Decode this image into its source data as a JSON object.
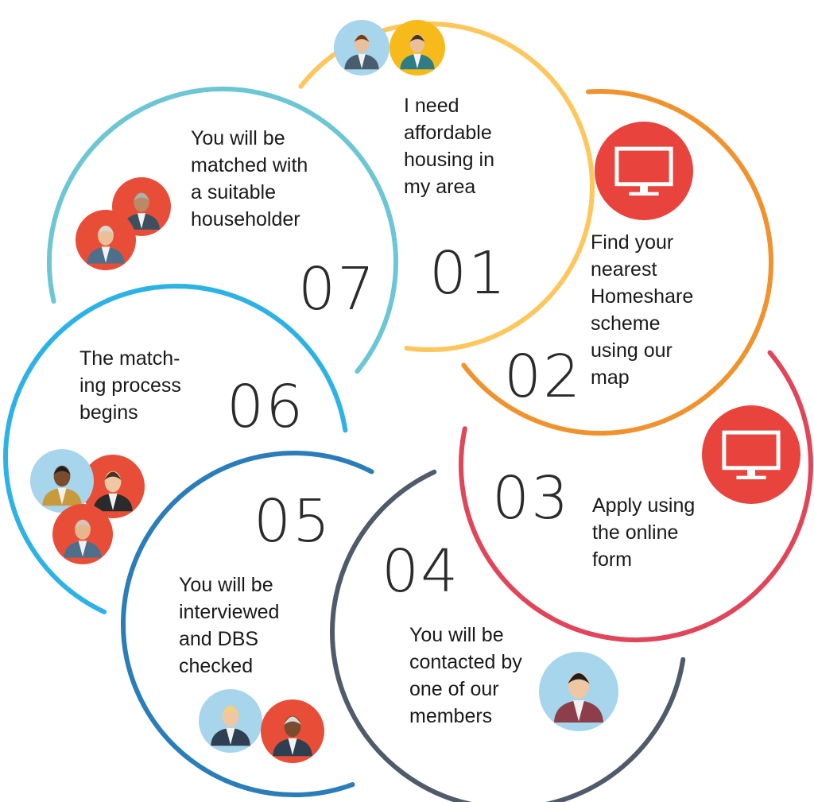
{
  "steps": [
    {
      "number": "01",
      "text": "I need\naffordable\nhousing in\nmy area",
      "color": "#FDC75E"
    },
    {
      "number": "02",
      "text": "Find your\nnearest\nHomeshare\nscheme\nusing our\nmap",
      "color": "#F0932E"
    },
    {
      "number": "03",
      "text": "Apply using\nthe online\nform",
      "color": "#E0455A"
    },
    {
      "number": "04",
      "text": "You will be\ncontacted by\none of our\nmembers",
      "color": "#4F5B6B"
    },
    {
      "number": "05",
      "text": "You will be\ninterviewed\nand DBS\nchecked",
      "color": "#2A7DB8"
    },
    {
      "number": "06",
      "text": "The match-\ning process\nbegins",
      "color": "#2DB2E6"
    },
    {
      "number": "07",
      "text": "You will be\nmatched with\na suitable\nhouseholder",
      "color": "#6CC6D3"
    }
  ],
  "icons": {
    "monitor": "monitor-icon",
    "person": "person-avatar-icon"
  },
  "palette": {
    "avatar_blue": "#A6D5EC",
    "avatar_red": "#E84E37",
    "avatar_yellow": "#F6BB1A"
  }
}
